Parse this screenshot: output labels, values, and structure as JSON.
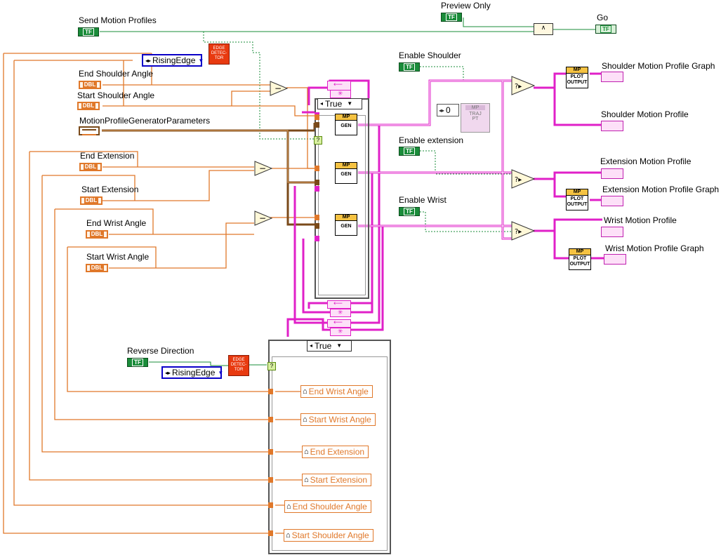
{
  "controls": {
    "send_motion_profiles": "Send Motion Profiles",
    "preview_only": "Preview Only",
    "go": "Go",
    "end_shoulder_angle": "End Shoulder Angle",
    "start_shoulder_angle": "Start Shoulder Angle",
    "mp_generator_params": "MotionProfileGeneratorParameters",
    "end_extension": "End Extension",
    "start_extension": "Start Extension",
    "end_wrist_angle": "End Wrist Angle",
    "start_wrist_angle": "Start Wrist Angle",
    "reverse_direction": "Reverse Direction",
    "enable_shoulder": "Enable Shoulder",
    "enable_extension": "Enable extension",
    "enable_wrist": "Enable Wrist"
  },
  "indicators": {
    "shoulder_graph": "Shoulder Motion Profile Graph",
    "shoulder_profile": "Shoulder Motion Profile",
    "extension_profile": "Extension Motion Profile",
    "extension_graph": "Extension Motion Profile Graph",
    "wrist_profile": "Wrist Motion Profile",
    "wrist_graph": "Wrist Motion Profile Graph"
  },
  "terminal_tags": {
    "bool": "TF",
    "dbl": "DBL"
  },
  "rings": {
    "edge_mode_top": "RisingEdge",
    "edge_mode_bottom": "RisingEdge"
  },
  "edge_detector": {
    "line1": "EDGE",
    "line2": "DETEC-",
    "line3": "TOR"
  },
  "case_structures": {
    "upper_selector": "True",
    "lower_selector": "True"
  },
  "subvis": {
    "mp_header": "MP",
    "gen": "GEN",
    "plot_line1": "PLOT",
    "plot_line2": "OUTPUT",
    "traj_line1": "TRAJ",
    "traj_line2": "PT"
  },
  "numeric_constant": "0",
  "local_variables": [
    "End Wrist Angle",
    "Start Wrist Angle",
    "End Extension",
    "Start Extension",
    "End Shoulder Angle",
    "Start Shoulder Angle"
  ],
  "colors": {
    "boolean_wire": "#1a8c3a",
    "numeric_wire": "#e0782a",
    "cluster_wire": "#7a4a1a",
    "array_wire": "#e020c8",
    "enum_ring": "#0a00c8",
    "edge_detector": "#e83a10"
  }
}
